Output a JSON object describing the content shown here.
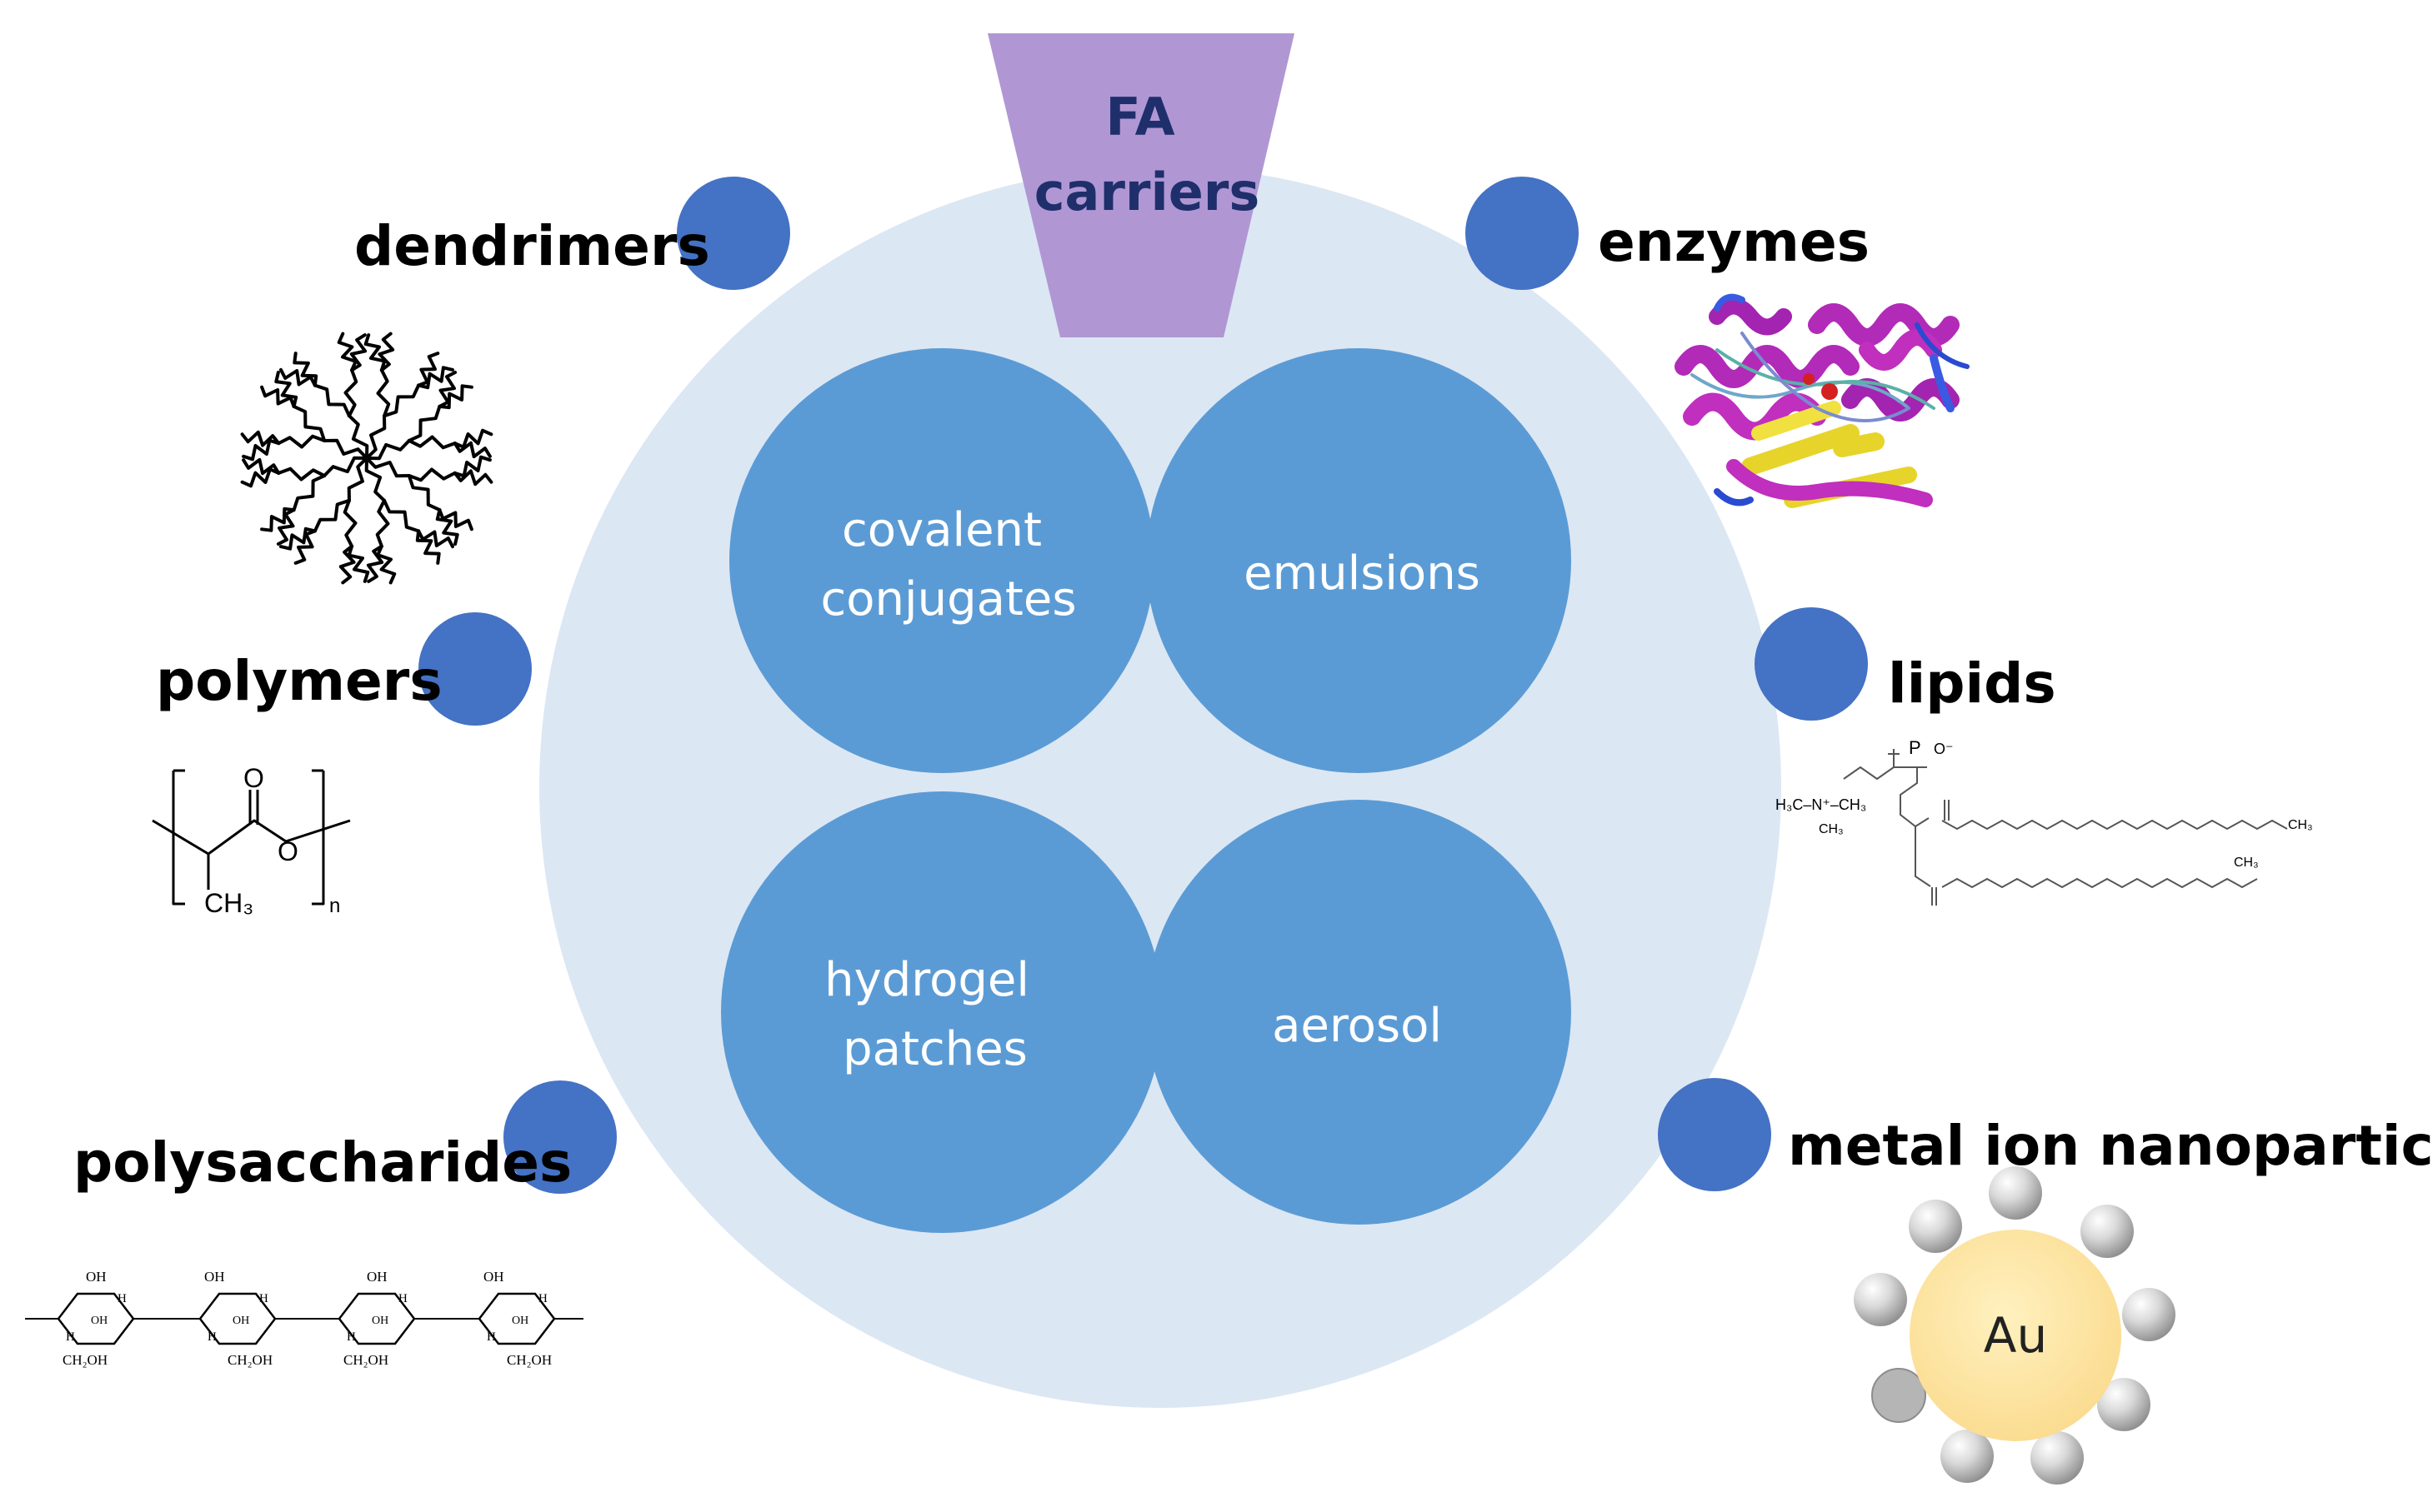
{
  "header": {
    "line1": "FA",
    "line2": "carriers"
  },
  "center_items": {
    "covalent": {
      "line1": "covalent",
      "line2": "conjugates"
    },
    "emulsions": {
      "line1": "emulsions"
    },
    "hydrogel": {
      "line1": "hydrogel",
      "line2": "patches"
    },
    "aerosol": {
      "line1": "aerosol"
    }
  },
  "carriers": {
    "dendrimers": "dendrimers",
    "enzymes": "enzymes",
    "polymers": "polymers",
    "lipids": "lipids",
    "polysaccharides": "polysaccharides",
    "metal": "metal ion nanoparticles"
  },
  "structures": {
    "polymer_o": "O",
    "polymer_o2": "O",
    "polymer_ch3": "CH₃",
    "polymer_n": "n",
    "lipid_head": "H₃C–N⁺–CH₃",
    "lipid_ch3_top": "CH₃",
    "lipid_ch3_end1": "CH₃",
    "lipid_ch3_end2": "CH₃",
    "lipid_p": "P",
    "lipid_o": "O⁻",
    "sugar_ch2oh": "CH₂OH",
    "sugar_oh": "OH",
    "sugar_h": "H",
    "au": "Au"
  },
  "colors": {
    "outer_circle": "#dce7f4",
    "inner_circle": "#5b9bd5",
    "marker_dot": "#4472c4",
    "fa_trapezoid": "#b097d4",
    "fa_text": "#1f2f6b",
    "au_core": "#fce49a"
  }
}
